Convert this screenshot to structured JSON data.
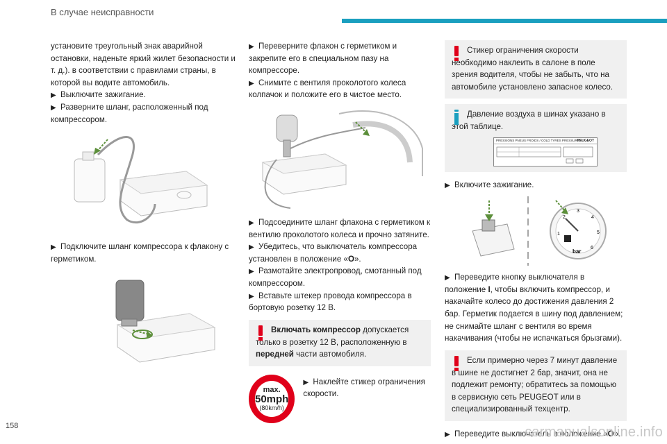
{
  "header": {
    "title": "В случае неисправности",
    "accent_color": "#1a9fbf"
  },
  "page_number": "158",
  "watermark": "carmanualsonline.info",
  "col1": {
    "para1": "установите треугольный знак аварийной остановки, наденьте яркий жилет безопасности и т. д.). в соответствии с правилами страны, в которой вы водите автомобиль.",
    "step1": "Выключите зажигание.",
    "step2": "Разверните шланг, расположенный под компрессором.",
    "step3": "Подключите шланг компрессора к флакону с герметиком."
  },
  "col2": {
    "step1": "Переверните флакон с герметиком и закрепите его в специальном пазу на компрессоре.",
    "step2": "Снимите с вентиля проколотого колеса колпачок и положите его в чистое место.",
    "step3": "Подсоедините шланг флакона с герметиком к вентилю проколотого колеса и прочно затяните.",
    "step4_before": "Убедитесь, что выключатель компрессора установлен в положение «",
    "step4_bold": "O",
    "step4_after": "».",
    "step5": "Размотайте электропровод, смотанный под компрессором.",
    "step6": "Вставьте штекер провода компрессора в бортовую розетку 12 В.",
    "alert_bold1": "Включать компрессор",
    "alert_text1": " допускается только в розетку 12 В, расположенную в ",
    "alert_bold2": "передней",
    "alert_text2": " части автомобиля.",
    "sign_max": "max.",
    "sign_speed": "50mph",
    "sign_kmh": "(80km/h)",
    "step7": "Наклейте стикер ограничения скорости."
  },
  "col3": {
    "alert1": "Стикер ограничения скорости необходимо наклеить в салоне в поле зрения водителя, чтобы не забыть, что на автомобиле установлено запасное колесо.",
    "info1": "Давление воздуха в шинах указано в этой таблице.",
    "label_title": "PRESSIONS PNEUS FROIDS / COLD TYRES PRESSURES",
    "label_brand": "PEUGEOT",
    "step1": "Включите зажигание.",
    "gauge_unit": "bar",
    "gauge_ticks": [
      "1",
      "2",
      "3",
      "4",
      "5",
      "6"
    ],
    "step2_before": "Переведите кнопку выключателя в положение ",
    "step2_bold": "I",
    "step2_after": ", чтобы включить компрессор, и накачайте колесо до достижения давления 2 бар. Герметик подается в шину под давлением; не снимайте шланг с вентиля во время накачивания (чтобы не испачкаться брызгами).",
    "alert2": "Если примерно через 7 минут давление в шине не достигнет 2 бар, значит, она не подлежит ремонту; обратитесь за помощью в сервисную сеть PEUGEOT или в специализированный техцентр.",
    "step3_before": "Переведите выключатель в положение «",
    "step3_bold": "O",
    "step3_after": "»."
  },
  "colors": {
    "alert_red": "#e0001a",
    "info_blue": "#1a9fbf",
    "box_gray": "#f0f0f0"
  }
}
